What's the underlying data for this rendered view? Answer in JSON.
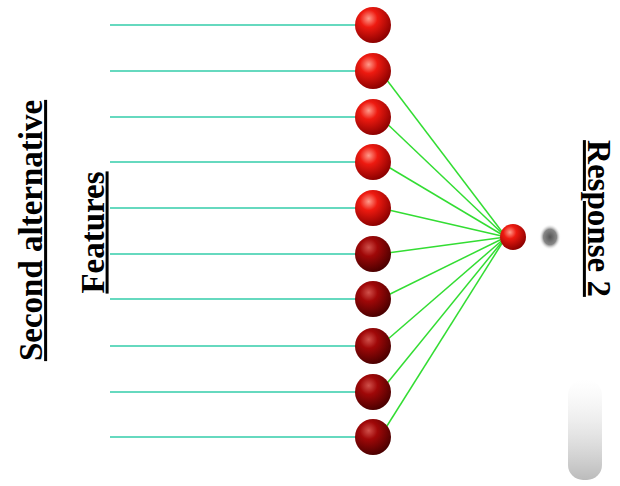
{
  "diagram": {
    "labels": [
      "Second alternative",
      "Features",
      "Response 2"
    ]
  }
}
